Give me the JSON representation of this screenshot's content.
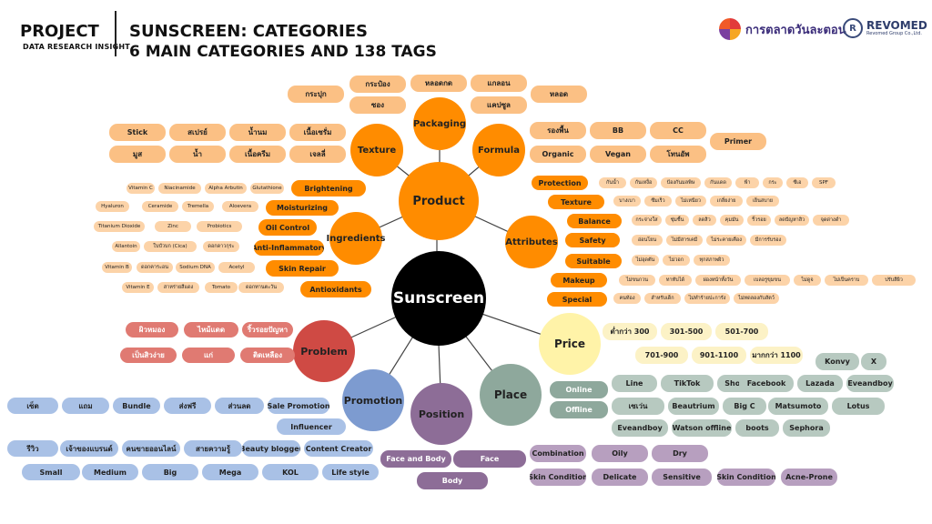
{
  "header": {
    "project": "PROJECT",
    "subtitle": "DATA RESEARCH INSIGHT",
    "title": "SUNSCREEN: CATEGORIES",
    "title2": "6 MAIN CATEGORIES AND 138 TAGS",
    "logo1_text": "การตลาดวันละตอน",
    "logo2_text": "REVOMED",
    "logo2_sub": "Revomed Group Co.,Ltd.",
    "logo2_mark": "R"
  },
  "colors": {
    "product": "#ff8c00",
    "product_tag": "#fbc084",
    "product_tag_small": "#fcd3a8",
    "problem": "#cf4a44",
    "problem_tag": "#e07a72",
    "promotion": "#7d9bd0",
    "promotion_tag": "#a9c1e6",
    "position": "#8d6d97",
    "position_tag": "#b79fbf",
    "place": "#8ea89c",
    "place_tag": "#b7c9c0",
    "price": "#fff3a8",
    "price_tag": "#fcf2c6"
  },
  "nodes": {
    "center": "Sunscreen",
    "product": "Product",
    "packaging": "Packaging",
    "texture": "Texture",
    "formula": "Formula",
    "ingredients": "Ingredients",
    "attributes": "Attributes",
    "problem": "Problem",
    "promotion": "Promotion",
    "position": "Position",
    "place": "Place",
    "price": "Price"
  },
  "tags": {
    "packaging": [
      "กระป๋อง",
      "หลอดกด",
      "แกลอน",
      "หลอด",
      "กระปุก",
      "ซอง",
      "แคปซูล"
    ],
    "texture": [
      "Stick",
      "สเปรย์",
      "น้ำนม",
      "เนื้อเซรั่ม",
      "มูส",
      "น้ำ",
      "เนื้อครีม",
      "เจลลี่"
    ],
    "formula": [
      "รองพื้น",
      "BB",
      "CC",
      "Primer",
      "Organic",
      "Vegan",
      "โทนอัพ"
    ],
    "ingredients_small": [
      "Vitamin C",
      "Niacinamide",
      "Alpha Arbutin",
      "Glutathione",
      "Hyaluron",
      "Ceramide",
      "Tremella",
      "Aloevera",
      "Titanium Dioxide",
      "Zinc",
      "Probiotics",
      "Allantoin",
      "ใบบัวบก (Cica)",
      "ดอกดาวกุระ",
      "Vitamin B",
      "ดอกคาระอน",
      "Sodium DNA",
      "Acetyl",
      "Vitamin E",
      "สาหร่ายสีแดง",
      "Tomato",
      "ดอกทานตะวัน"
    ],
    "ingredients_benefit": [
      "Brightening",
      "Moisturizing",
      "Oil Control",
      "Anti-Inflammatory",
      "Skin Repair",
      "Antioxidants"
    ],
    "attributes": [
      "Protection",
      "Texture",
      "Balance",
      "Safety",
      "Suitable",
      "Makeup",
      "Special"
    ],
    "attr_protection": [
      "กันน้ำ",
      "กันเหงื่อ",
      "ป้องกันมลพิษ",
      "กันแดด",
      "ฟ้า",
      "กระ",
      "ซีเอ",
      "SPF"
    ],
    "attr_texture": [
      "บางเบา",
      "ซึมเร็ว",
      "ไม่เหนียว",
      "เกลี่ยง่าย",
      "เย็นสบาย"
    ],
    "attr_balance": [
      "กระจ่างใส",
      "ชุ่มชื้น",
      "ลดสิว",
      "คุมมัน",
      "ริ้วรอย",
      "ลดปัญหาสิว",
      "จุดด่างดำ"
    ],
    "attr_safety": [
      "อ่อนโยน",
      "ไม่มีสารเคมี",
      "ไม่ระคายเคือง",
      "มีการรับรอง"
    ],
    "attr_suitable": [
      "ไม่อุดตัน",
      "ไม่วอก",
      "ทุกสภาพผิว"
    ],
    "attr_makeup": [
      "ไม่ขนกวน",
      "ทาทับได้",
      "ผ่องหน้าทั้งวัน",
      "เบลอรูขุมขน",
      "ไม่ดูจ",
      "ไม่เป็นคราบ",
      "ปรับสีผิว"
    ],
    "attr_special": [
      "คนท้อง",
      "สำหรับเด็ก",
      "ไม่ทำร้ายปะการัง",
      "ไม่ทดลองกับสัตว์"
    ],
    "problem": [
      "ผิวหมอง",
      "ไหม้แดด",
      "ริ้วรอยปัญหา",
      "เป็นสิวง่าย",
      "แก่",
      "ติดเหลือง"
    ],
    "promotion": [
      "เซ็ต",
      "แถม",
      "Bundle",
      "ส่งฟรี",
      "ส่วนลด",
      "Sale Promotion",
      "Influencer",
      "รีวิว",
      "เจ้าของแบรนด์",
      "คนขายออนไลน์",
      "สายความรู้",
      "Beauty blogger",
      "Content Creator",
      "Small",
      "Medium",
      "Big",
      "Mega",
      "KOL",
      "Life style"
    ],
    "position": [
      "Face and Body",
      "Face",
      "Body"
    ],
    "position_skin": [
      "Combination",
      "Oily",
      "Dry",
      "Skin Condition",
      "Delicate",
      "Sensitive",
      "Skin Condition",
      "Acne-Prone"
    ],
    "place": [
      "Online",
      "Offline"
    ],
    "place_online": [
      "Line",
      "TikTok",
      "Shopee",
      "Facebook",
      "Lazada",
      "Eveandboy",
      "Konvy",
      "X"
    ],
    "place_offline": [
      "เซเว่น",
      "Beautrium",
      "Big C",
      "Matsumoto",
      "Lotus",
      "Eveandboy",
      "Watson offline",
      "boots",
      "Sephora"
    ],
    "price": [
      "ต่ำกว่า 300",
      "301-500",
      "501-700",
      "701-900",
      "901-1100",
      "มากกว่า 1100"
    ]
  }
}
